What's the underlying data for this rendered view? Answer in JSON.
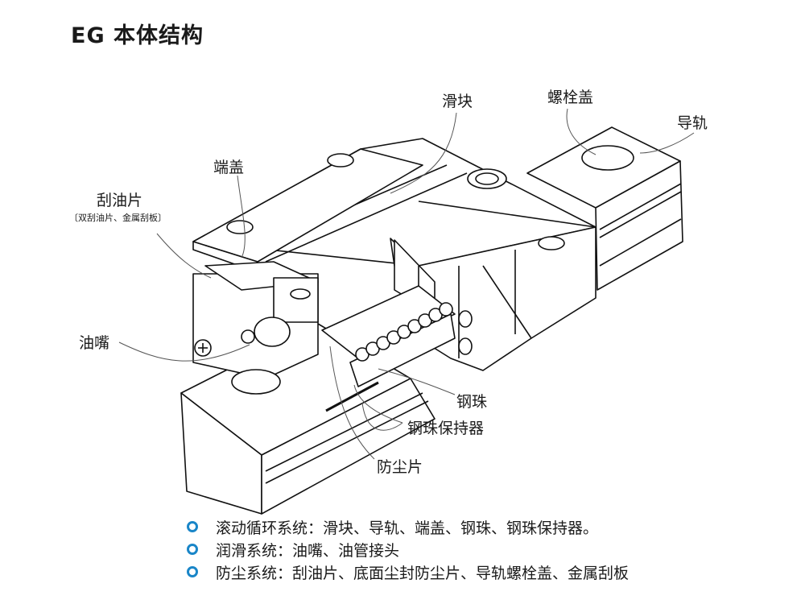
{
  "title": "EG 本体结构",
  "labels": {
    "slider": "滑块",
    "bolt_cap": "螺栓盖",
    "rail": "导轨",
    "end_cap": "端盖",
    "scraper": "刮油片",
    "scraper_note": "〔双刮油片、金属刮板〕",
    "grease_nipple": "油嘴",
    "steel_ball": "钢珠",
    "ball_retainer": "钢珠保持器",
    "dust_seal": "防尘片"
  },
  "legend": [
    {
      "text": "滚动循环系统：滑块、导轨、端盖、钢珠、钢珠保持器。"
    },
    {
      "text": "润滑系统：油嘴、油管接头"
    },
    {
      "text": "防尘系统：刮油片、底面尘封防尘片、导轨螺栓盖、金属刮板"
    }
  ],
  "colors": {
    "bullet": "#1a86c8",
    "line": "#111111",
    "leader": "#555555"
  }
}
